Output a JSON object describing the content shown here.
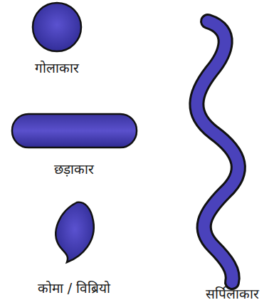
{
  "diagram": {
    "labels": [
      "गोलाकार",
      "छड़ाकार",
      "कोमा / विब्रियो",
      "सर्पिलाकार"
    ]
  }
}
